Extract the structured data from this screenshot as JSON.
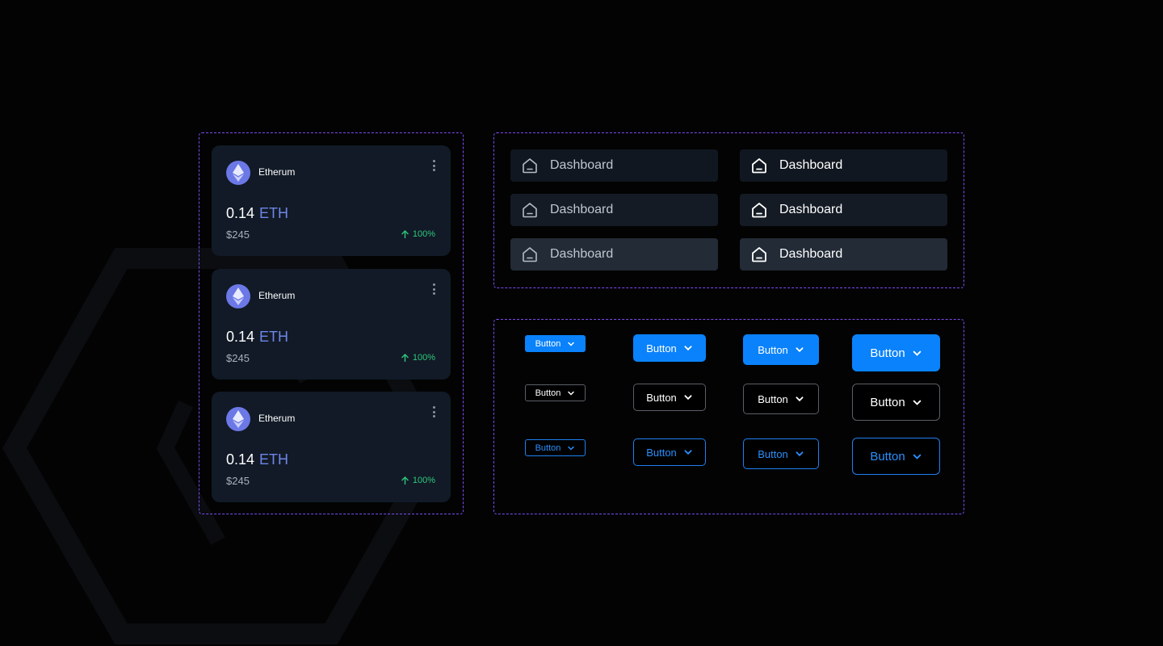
{
  "colors": {
    "background": "#030303",
    "frame_border": "#7b4cf0",
    "card_bg": "#111a26",
    "eth_accent": "#6f86e8",
    "positive": "#2fc77c",
    "primary": "#0a82fb"
  },
  "wallet_cards": [
    {
      "name": "Etherum",
      "amount": "0.14",
      "unit": "ETH",
      "usd": "$245",
      "change": "100%",
      "icon": "ethereum-icon"
    },
    {
      "name": "Etherum",
      "amount": "0.14",
      "unit": "ETH",
      "usd": "$245",
      "change": "100%",
      "icon": "ethereum-icon"
    },
    {
      "name": "Etherum",
      "amount": "0.14",
      "unit": "ETH",
      "usd": "$245",
      "change": "100%",
      "icon": "ethereum-icon"
    }
  ],
  "nav_items": {
    "default": [
      "Dashboard",
      "Dashboard",
      "Dashboard"
    ],
    "active": [
      "Dashboard",
      "Dashboard",
      "Dashboard"
    ],
    "icon": "home-icon"
  },
  "buttons": {
    "solid": [
      "Button",
      "Button",
      "Button",
      "Button"
    ],
    "dark": [
      "Button",
      "Button",
      "Button",
      "Button"
    ],
    "outline": [
      "Button",
      "Button",
      "Button",
      "Button"
    ],
    "icon": "chevron-down-icon"
  }
}
